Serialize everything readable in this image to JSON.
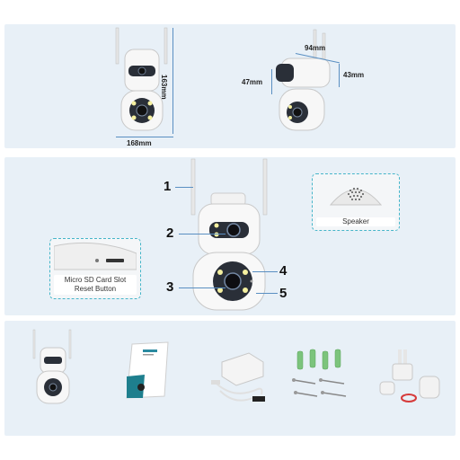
{
  "dimensions": {
    "height_label": "163mm",
    "width_label": "168mm",
    "depth_label": "94mm",
    "side_label_left": "47mm",
    "side_label_right": "43mm"
  },
  "callouts": [
    "1",
    "2",
    "3",
    "4",
    "5"
  ],
  "insets": {
    "speaker_label": "Speaker",
    "sd_line1": "Micro SD Card Slot",
    "sd_line2": "Reset Button"
  },
  "icons": [
    "camera-front-icon",
    "camera-side-icon",
    "speaker-grille-icon",
    "sd-slot-icon",
    "manual-icon",
    "power-adapter-icon",
    "screws-anchors-icon",
    "waterproof-parts-icon"
  ],
  "colors": {
    "panel_bg": "#e8f0f7",
    "accent": "#5a8fc2",
    "inset_border": "#46b5c9"
  }
}
